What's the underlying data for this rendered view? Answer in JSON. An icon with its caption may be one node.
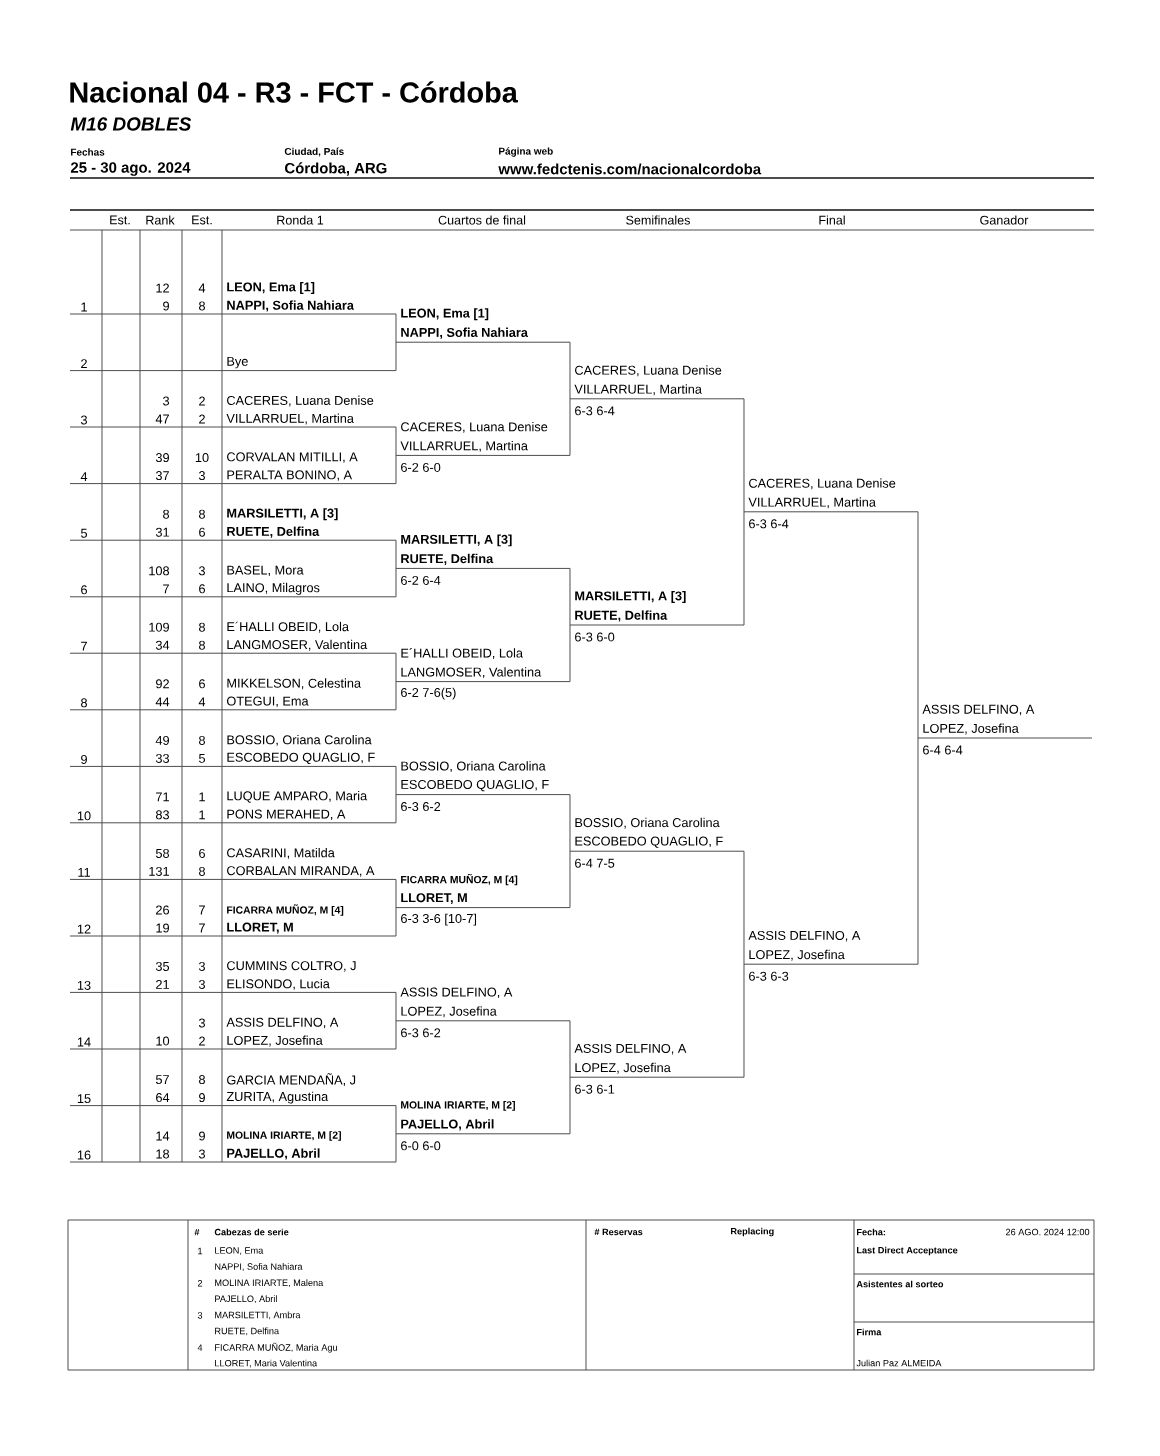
{
  "diagram": {
    "title": "Nacional 04 - R3 - FCT - Córdoba",
    "labels": [
      "M16 DOBLES",
      "Fechas",
      "Ciudad, País",
      "Página web",
      "25 - 30 ago. 2024",
      "Córdoba, ARG",
      "www.fedctenis.com/nacionalcordoba",
      "Est.",
      "Rank",
      "Est.",
      "Ronda 1",
      "Cuartos de final",
      "Semifinales",
      "Final",
      "Ganador",
      "1",
      "12",
      "4",
      "LEON, Ema [1]",
      "9",
      "8",
      "NAPPI, Sofia Nahiara",
      "2",
      "Bye",
      "3",
      "3",
      "2",
      "CACERES, Luana Denise",
      "47",
      "2",
      "VILLARRUEL, Martina",
      "4",
      "39",
      "10",
      "CORVALAN MITILLI, A",
      "37",
      "3",
      "PERALTA BONINO, A",
      "5",
      "8",
      "8",
      "MARSILETTI, A [3]",
      "31",
      "6",
      "RUETE, Delfina",
      "6",
      "108",
      "3",
      "BASEL, Mora",
      "7",
      "6",
      "LAINO, Milagros",
      "7",
      "109",
      "8",
      "E´HALLI OBEID, Lola",
      "34",
      "8",
      "LANGMOSER, Valentina",
      "8",
      "92",
      "6",
      "MIKKELSON, Celestina",
      "44",
      "4",
      "OTEGUI, Ema",
      "9",
      "49",
      "8",
      "BOSSIO, Oriana Carolina",
      "33",
      "5",
      "ESCOBEDO QUAGLIO, F",
      "10",
      "71",
      "1",
      "LUQUE AMPARO, Maria",
      "83",
      "1",
      "PONS MERAHED, A",
      "11",
      "58",
      "6",
      "CASARINI, Matilda",
      "131",
      "8",
      "CORBALAN MIRANDA, A",
      "12",
      "26",
      "7",
      "FICARRA MUÑOZ, M [4]",
      "19",
      "7",
      "LLORET, M",
      "13",
      "35",
      "3",
      "CUMMINS COLTRO, J",
      "21",
      "3",
      "ELISONDO, Lucia",
      "14",
      "3",
      "ASSIS DELFINO, A",
      "10",
      "2",
      "LOPEZ, Josefina",
      "15",
      "57",
      "8",
      "GARCIA MENDAÑA, J",
      "64",
      "9",
      "ZURITA, Agustina",
      "16",
      "14",
      "9",
      "MOLINA IRIARTE, M [2]",
      "18",
      "3",
      "PAJELLO, Abril",
      "LEON, Ema [1]",
      "NAPPI, Sofia Nahiara",
      "CACERES, Luana Denise",
      "VILLARRUEL, Martina",
      "6-2 6-0",
      "MARSILETTI, A [3]",
      "RUETE, Delfina",
      "6-2 6-4",
      "E´HALLI OBEID, Lola",
      "LANGMOSER, Valentina",
      "6-2 7-6(5)",
      "BOSSIO, Oriana Carolina",
      "ESCOBEDO QUAGLIO, F",
      "6-3 6-2",
      "FICARRA MUÑOZ, M [4]",
      "LLORET, M",
      "6-3 3-6 [10-7]",
      "ASSIS DELFINO, A",
      "LOPEZ, Josefina",
      "6-3 6-2",
      "MOLINA IRIARTE, M [2]",
      "PAJELLO, Abril",
      "6-0 6-0",
      "CACERES, Luana Denise",
      "VILLARRUEL, Martina",
      "6-3 6-4",
      "MARSILETTI, A [3]",
      "RUETE, Delfina",
      "6-3 6-0",
      "BOSSIO, Oriana Carolina",
      "ESCOBEDO QUAGLIO, F",
      "6-4 7-5",
      "ASSIS DELFINO, A",
      "LOPEZ, Josefina",
      "6-3 6-1",
      "CACERES, Luana Denise",
      "VILLARRUEL, Martina",
      "6-3 6-4",
      "ASSIS DELFINO, A",
      "LOPEZ, Josefina",
      "6-3 6-3",
      "ASSIS DELFINO, A",
      "LOPEZ, Josefina",
      "6-4 6-4",
      "#",
      "Cabezas de serie",
      "1",
      "LEON, Ema",
      "NAPPI, Sofia Nahiara",
      "2",
      "MOLINA IRIARTE, Malena",
      "PAJELLO, Abril",
      "3",
      "MARSILETTI, Ambra",
      "RUETE, Delfina",
      "4",
      "FICARRA MUÑOZ, Maria Agu",
      "LLORET, Maria Valentina",
      "# Reservas",
      "Replacing",
      "Fecha:",
      "26 AGO. 2024 12:00",
      "Last Direct Acceptance",
      "Asistentes al sorteo",
      "Firma",
      "Julian Paz ALMEIDA"
    ]
  }
}
